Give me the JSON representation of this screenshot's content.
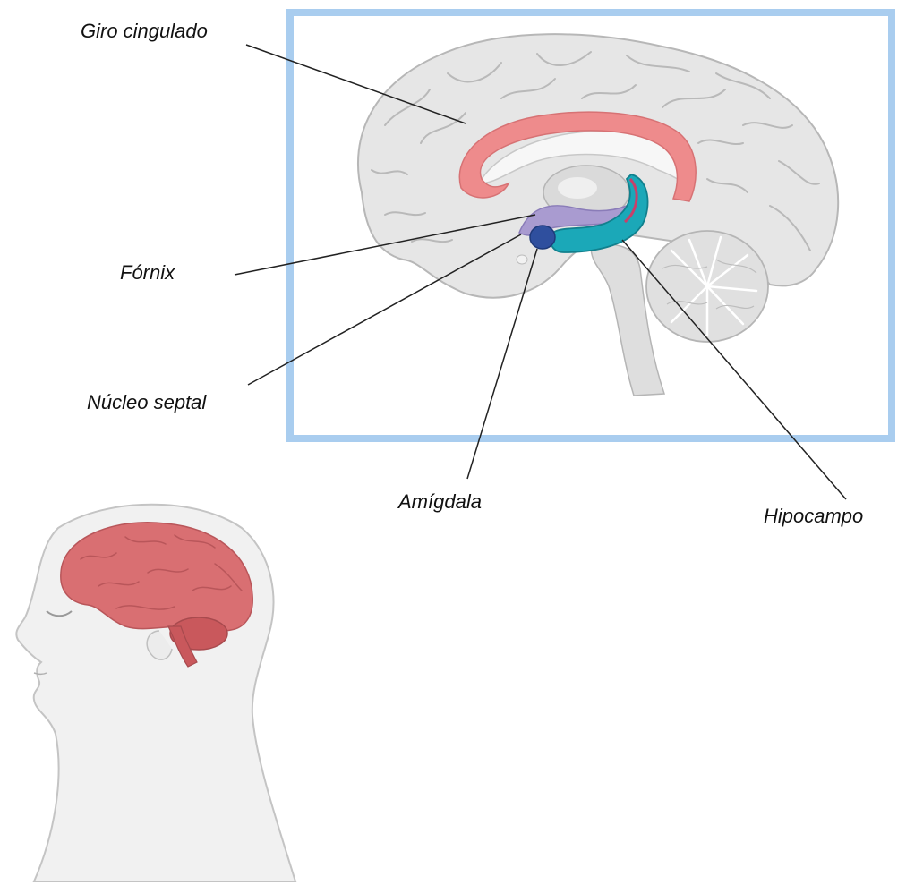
{
  "labels": {
    "giro_cingulado": "Giro cingulado",
    "fornix": "Fórnix",
    "nucleo_septal": "Núcleo septal",
    "amigdala": "Amígdala",
    "hipocampo": "Hipocampo"
  },
  "colors": {
    "frame": "#a9cdef",
    "brain_gray": "#e4e4e4",
    "brain_outline": "#b9b9b9",
    "cingulate": "#ee8b8c",
    "fornix": "#a99bd0",
    "amygdala": "#2f4f9e",
    "hippocampus": "#1ba8b8",
    "head_brain": "#d96f72",
    "leader_line": "#222222"
  }
}
